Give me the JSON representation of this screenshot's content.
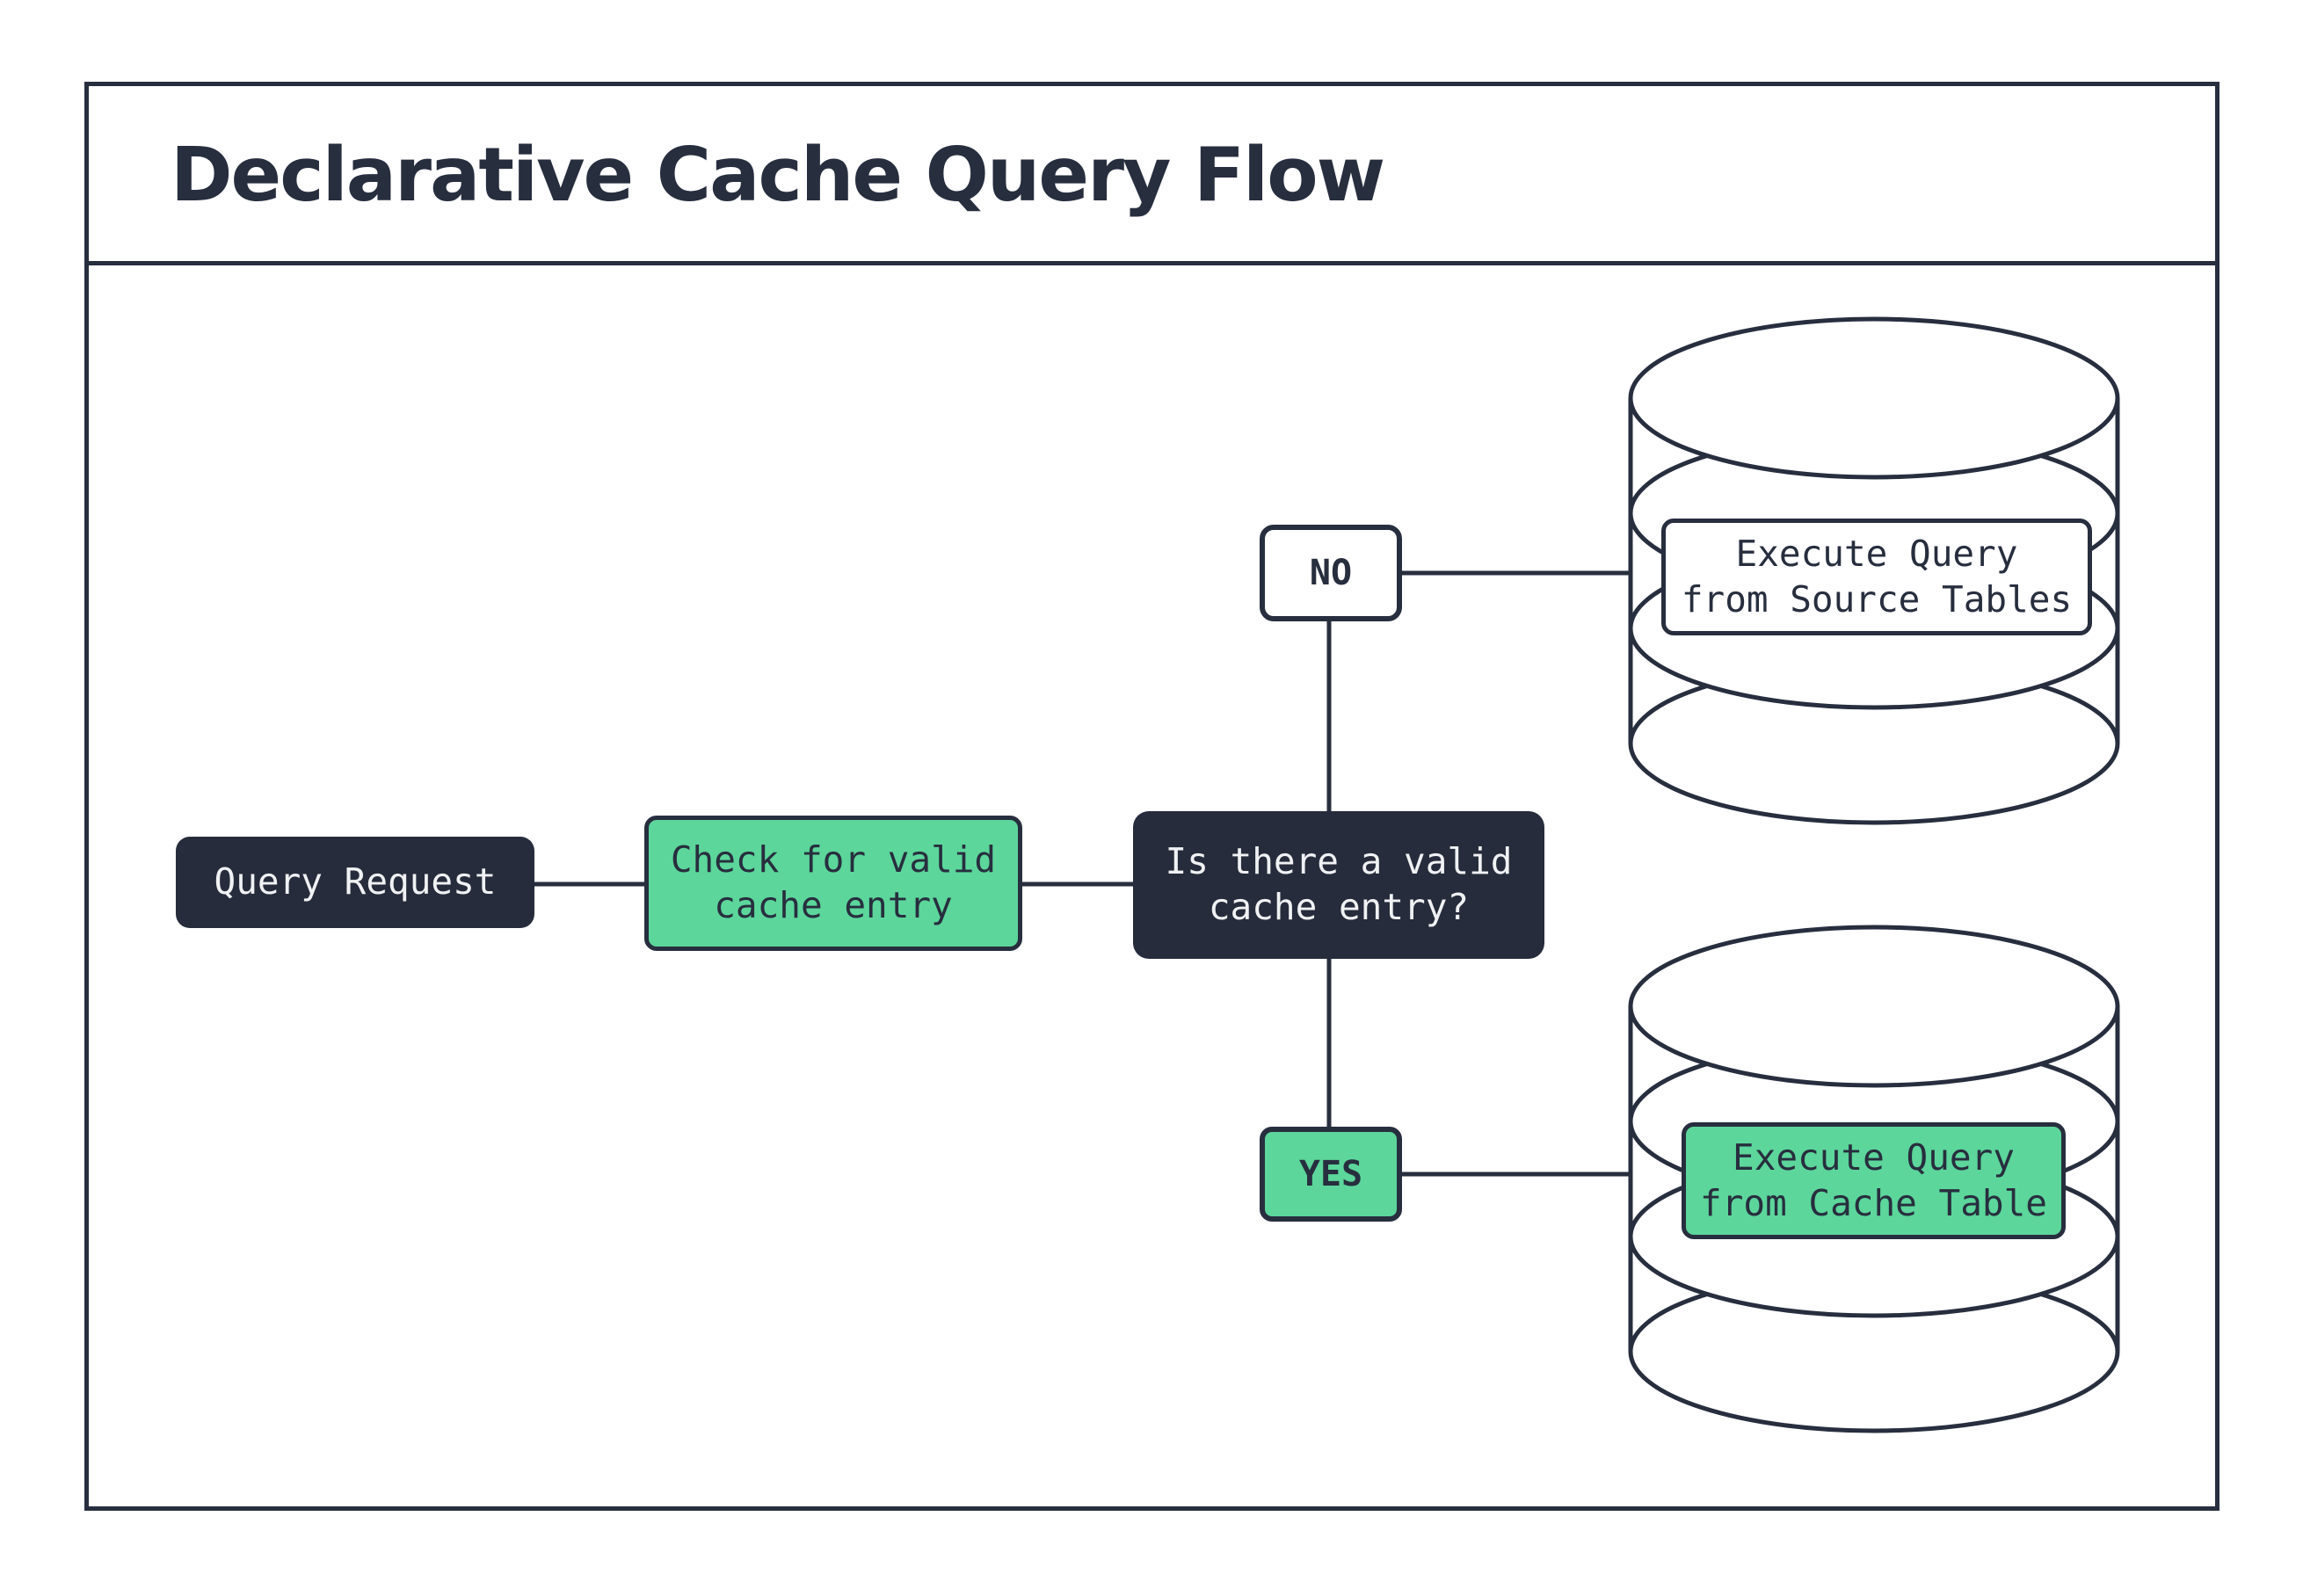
{
  "header": {
    "title": "Declarative Cache Query Flow"
  },
  "flow": {
    "query_request": "Query Request",
    "check_cache": "Check for valid\ncache entry",
    "decision": "Is there a valid\ncache entry?",
    "branch_no": "NO",
    "branch_yes": "YES",
    "source_db_action": "Execute Query\nfrom Source Tables",
    "cache_db_action": "Execute Query\nfrom Cache Table"
  },
  "colors": {
    "ink": "#272E3E",
    "node_dark_fill": "#262C3B",
    "accent_green": "#5CD69B",
    "text_on_dark": "#F0F1F3",
    "background": "#FFFFFF"
  }
}
